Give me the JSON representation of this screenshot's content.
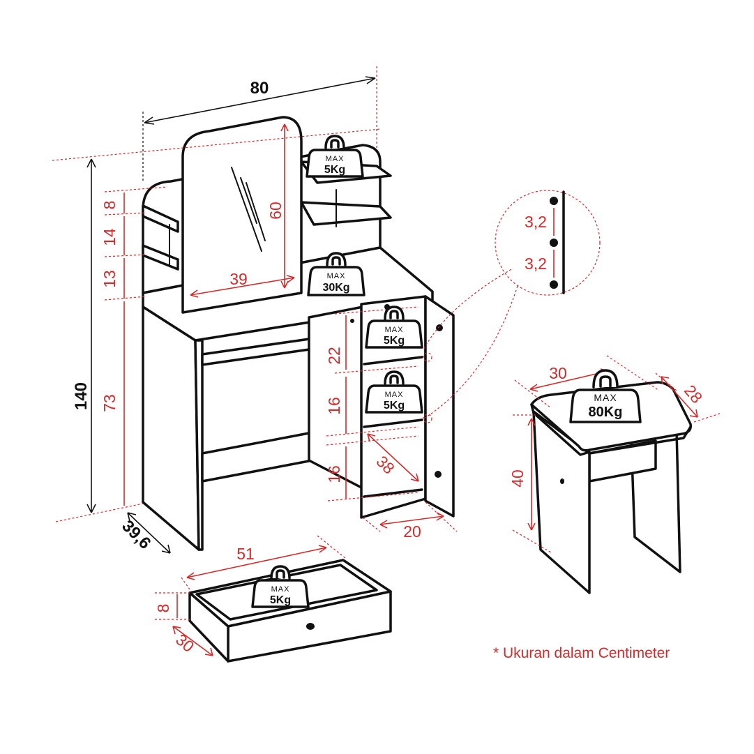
{
  "dimensions": {
    "total_width": "80",
    "total_height": "140",
    "depth": "39,6",
    "mirror_height": "60",
    "mirror_width": "39",
    "top_shelf_1": "8",
    "top_shelf_2": "14",
    "top_shelf_3": "13",
    "desk_height": "73",
    "cabinet_shelf_1": "22",
    "cabinet_shelf_2": "16",
    "cabinet_shelf_3": "16",
    "cabinet_depth": "38",
    "cabinet_width": "20",
    "hole_spacing_1": "3,2",
    "hole_spacing_2": "3,2",
    "drawer_width": "51",
    "drawer_height": "8",
    "drawer_depth": "30",
    "stool_width": "30",
    "stool_depth": "28",
    "stool_height": "40"
  },
  "load_labels": {
    "max_text": "MAX",
    "top_shelf": "5Kg",
    "desk_top": "30Kg",
    "cabinet_shelf_upper": "5Kg",
    "cabinet_shelf_lower": "5Kg",
    "drawer": "5Kg",
    "stool": "80Kg"
  },
  "note": "* Ukuran dalam Centimeter",
  "colors": {
    "line": "#111111",
    "dimension": "#d32b2b",
    "background": "#ffffff"
  }
}
